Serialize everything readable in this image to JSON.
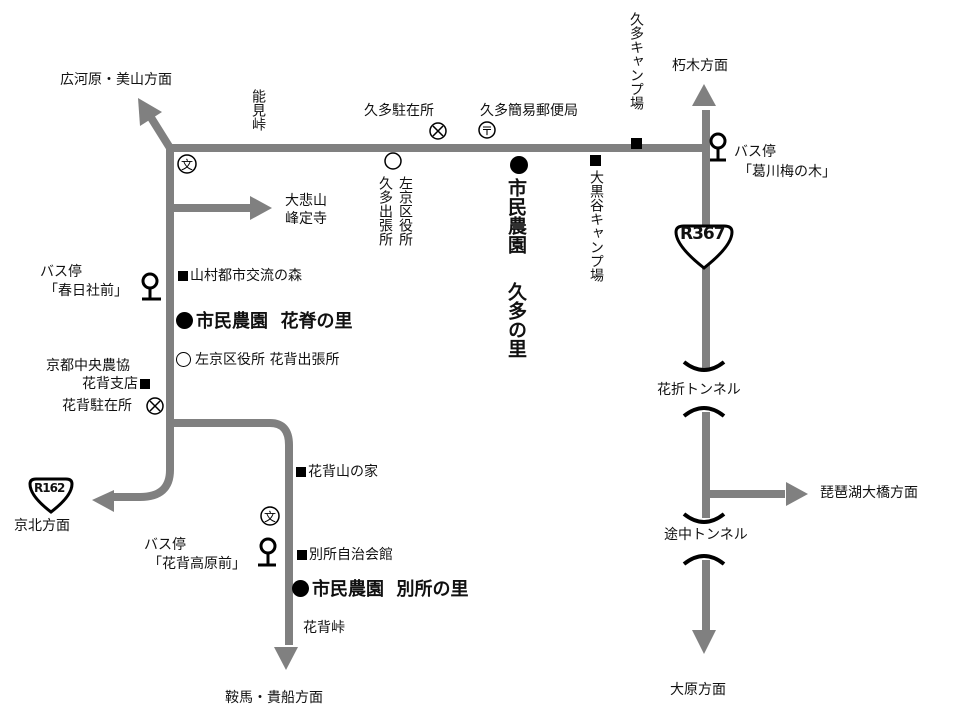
{
  "colors": {
    "road": "#808080",
    "ink": "#000000",
    "background": "#ffffff"
  },
  "directions": {
    "hirogawara_miyama": "広河原・美山方面",
    "kutsuki": "朽木方面",
    "keihoku": "京北方面",
    "kurama_kibune": "鞍馬・貴船方面",
    "biwako_ohashi": "琵琶湖大橋方面",
    "ohara": "大原方面"
  },
  "routes": {
    "r367": "R367",
    "r162": "R162"
  },
  "passes": {
    "nomi": "能見峠",
    "hanase": "花背峠"
  },
  "tunnels": {
    "hanaore": "花折トンネル",
    "tochu": "途中トンネル"
  },
  "places": {
    "kuta_police": "久多駐在所",
    "kuta_post": "久多簡易郵便局",
    "kuta_camp": "久多キャンプ場",
    "kuta_branch_line1": "左京区役所",
    "kuta_branch_line2": "久多出張所",
    "daikokudani_camp": "大黒谷キャンプ場",
    "daihizan_line1": "大悲山",
    "daihizan_line2": "峰定寺",
    "sanson_forest": "山村都市交流の森",
    "hanase_branch_office": "左京区役所 花背出張所",
    "ja_line1": "京都中央農協",
    "ja_line2": "花背支店",
    "hanase_police": "花背駐在所",
    "hanase_yamanoie": "花背山の家",
    "bessho_hall": "別所自治会館"
  },
  "bus_stops": [
    {
      "label": "バス停",
      "name": "「葛川梅の木」"
    },
    {
      "label": "バス停",
      "name": "「春日社前」"
    },
    {
      "label": "バス停",
      "name": "「花背高原前」"
    }
  ],
  "farms": {
    "kuta_line1": "市民農園",
    "kuta_line2": "久多の里",
    "hanase": "市民農園  花脊の里",
    "bessho": "市民農園  別所の里"
  },
  "icons": {
    "school": "文",
    "post": "〒",
    "police": "⊗"
  }
}
